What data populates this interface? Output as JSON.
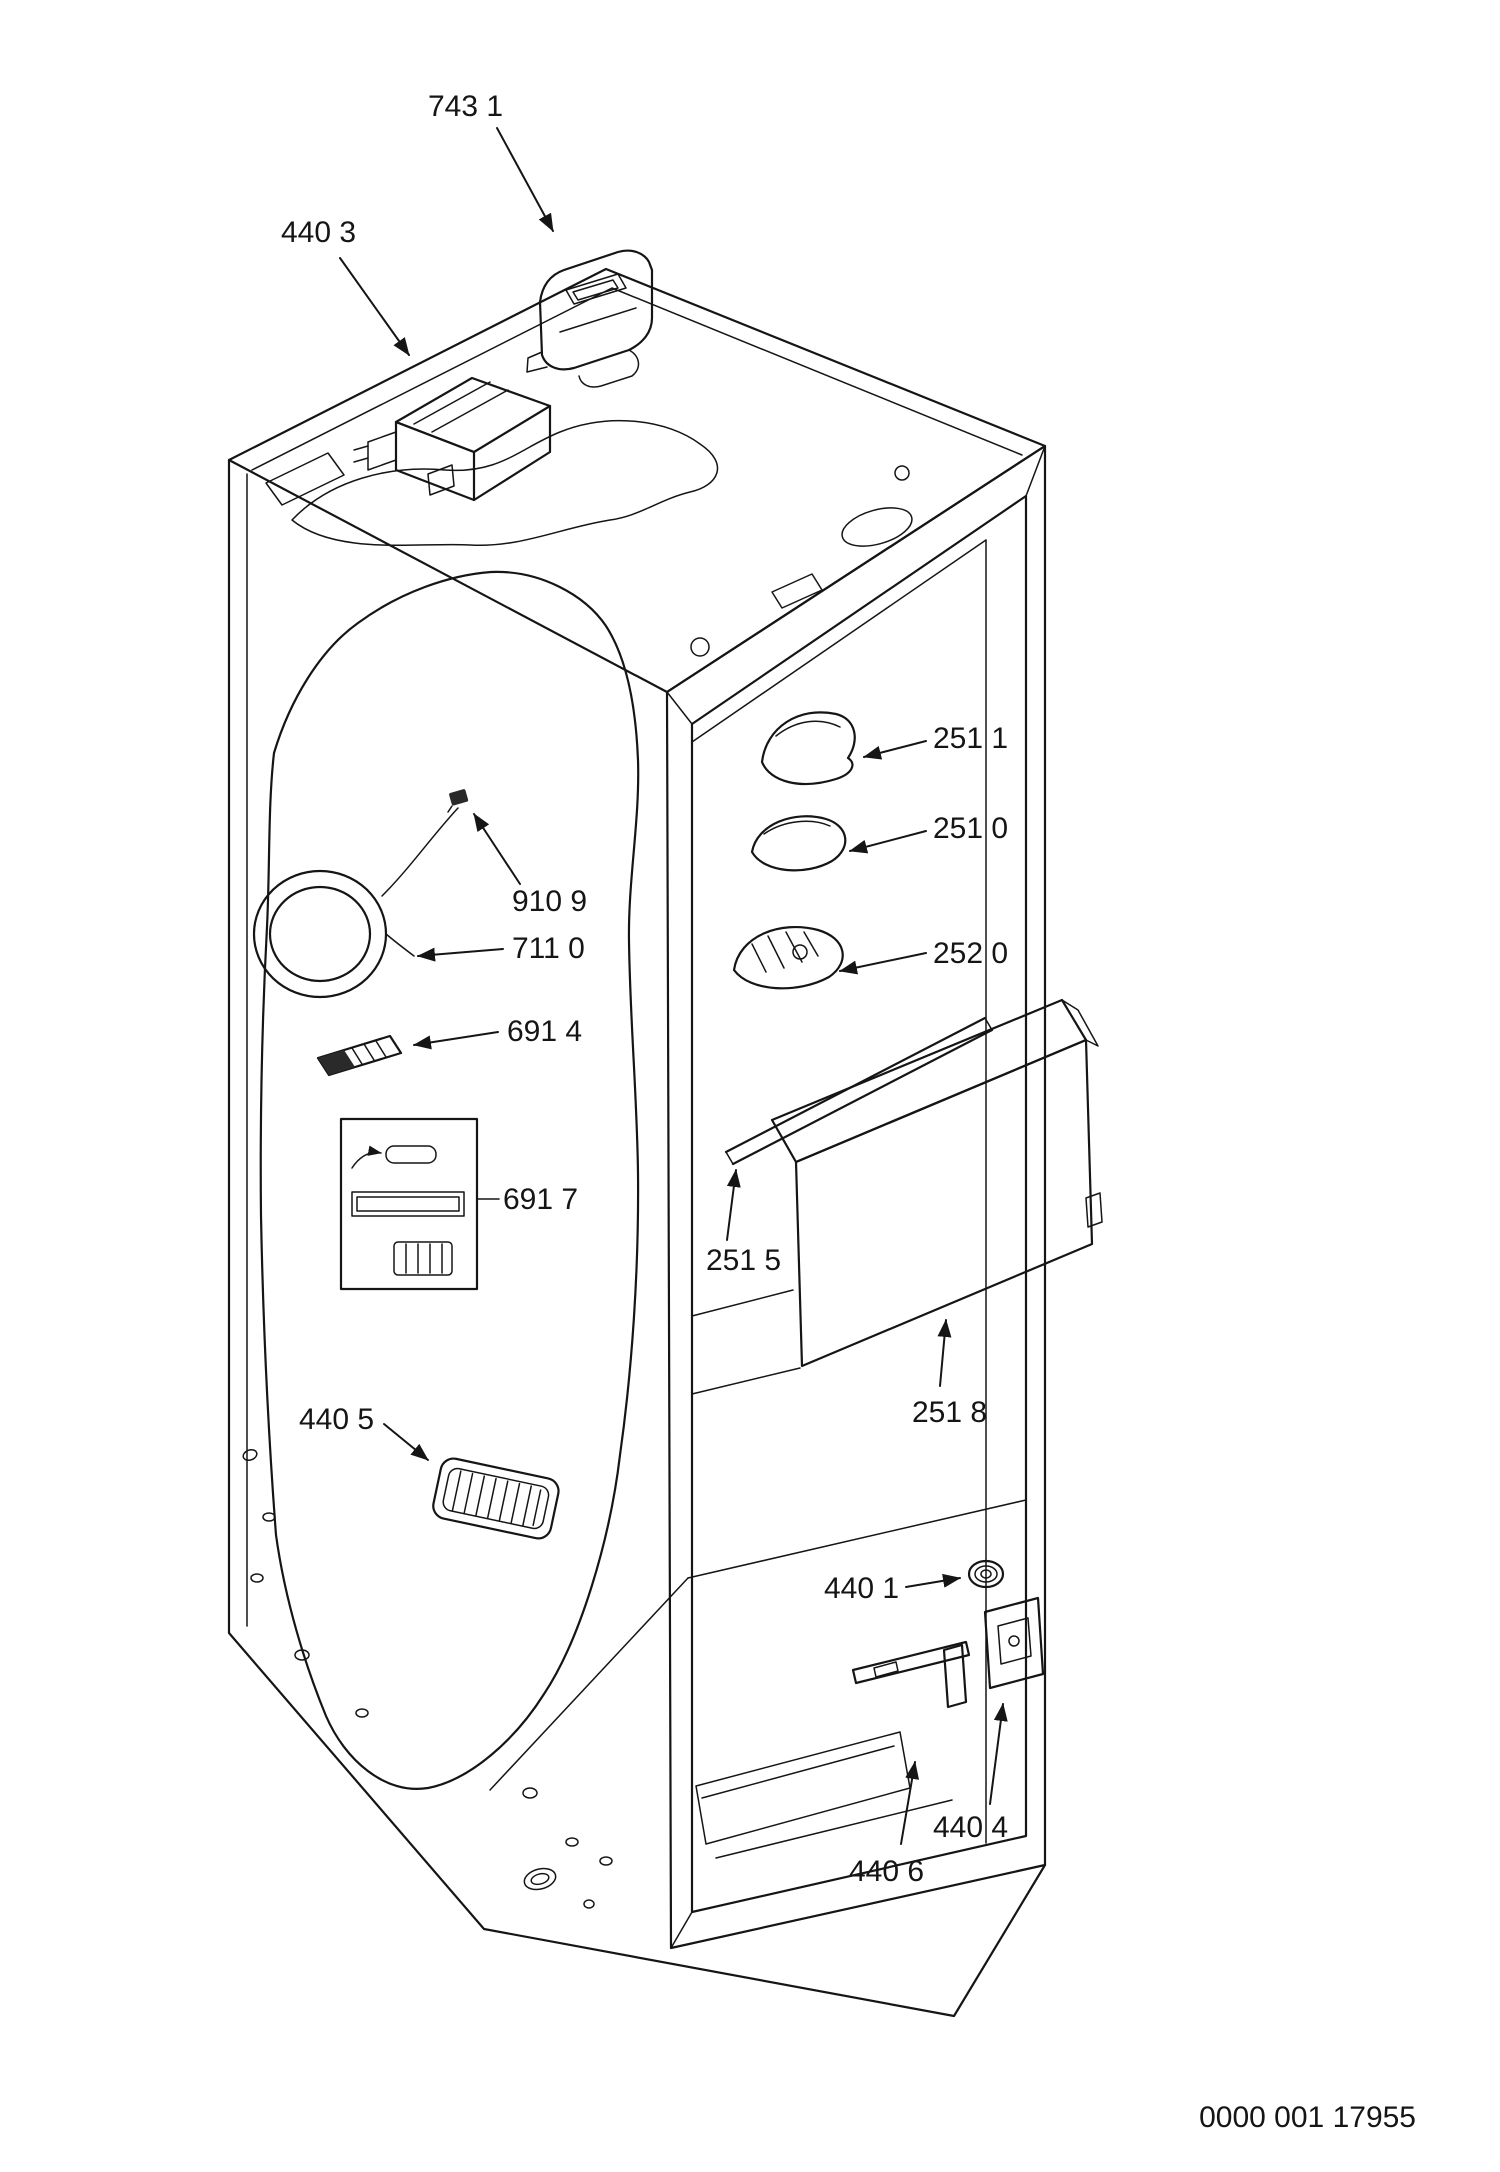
{
  "page": {
    "background": "#ffffff",
    "ink_color": "#151515",
    "footer_code": "0000 001 17955"
  },
  "labels": {
    "l7431": "743 1",
    "l4403": "440 3",
    "l2511": "251 1",
    "l2510": "251 0",
    "l2520": "252 0",
    "l9109": "910 9",
    "l7110": "711 0",
    "l6914": "691 4",
    "l6917": "691 7",
    "l2515": "251 5",
    "l2518": "251 8",
    "l4405": "440 5",
    "l4401": "440 1",
    "l4404": "440 4",
    "l4406": "440 6"
  }
}
